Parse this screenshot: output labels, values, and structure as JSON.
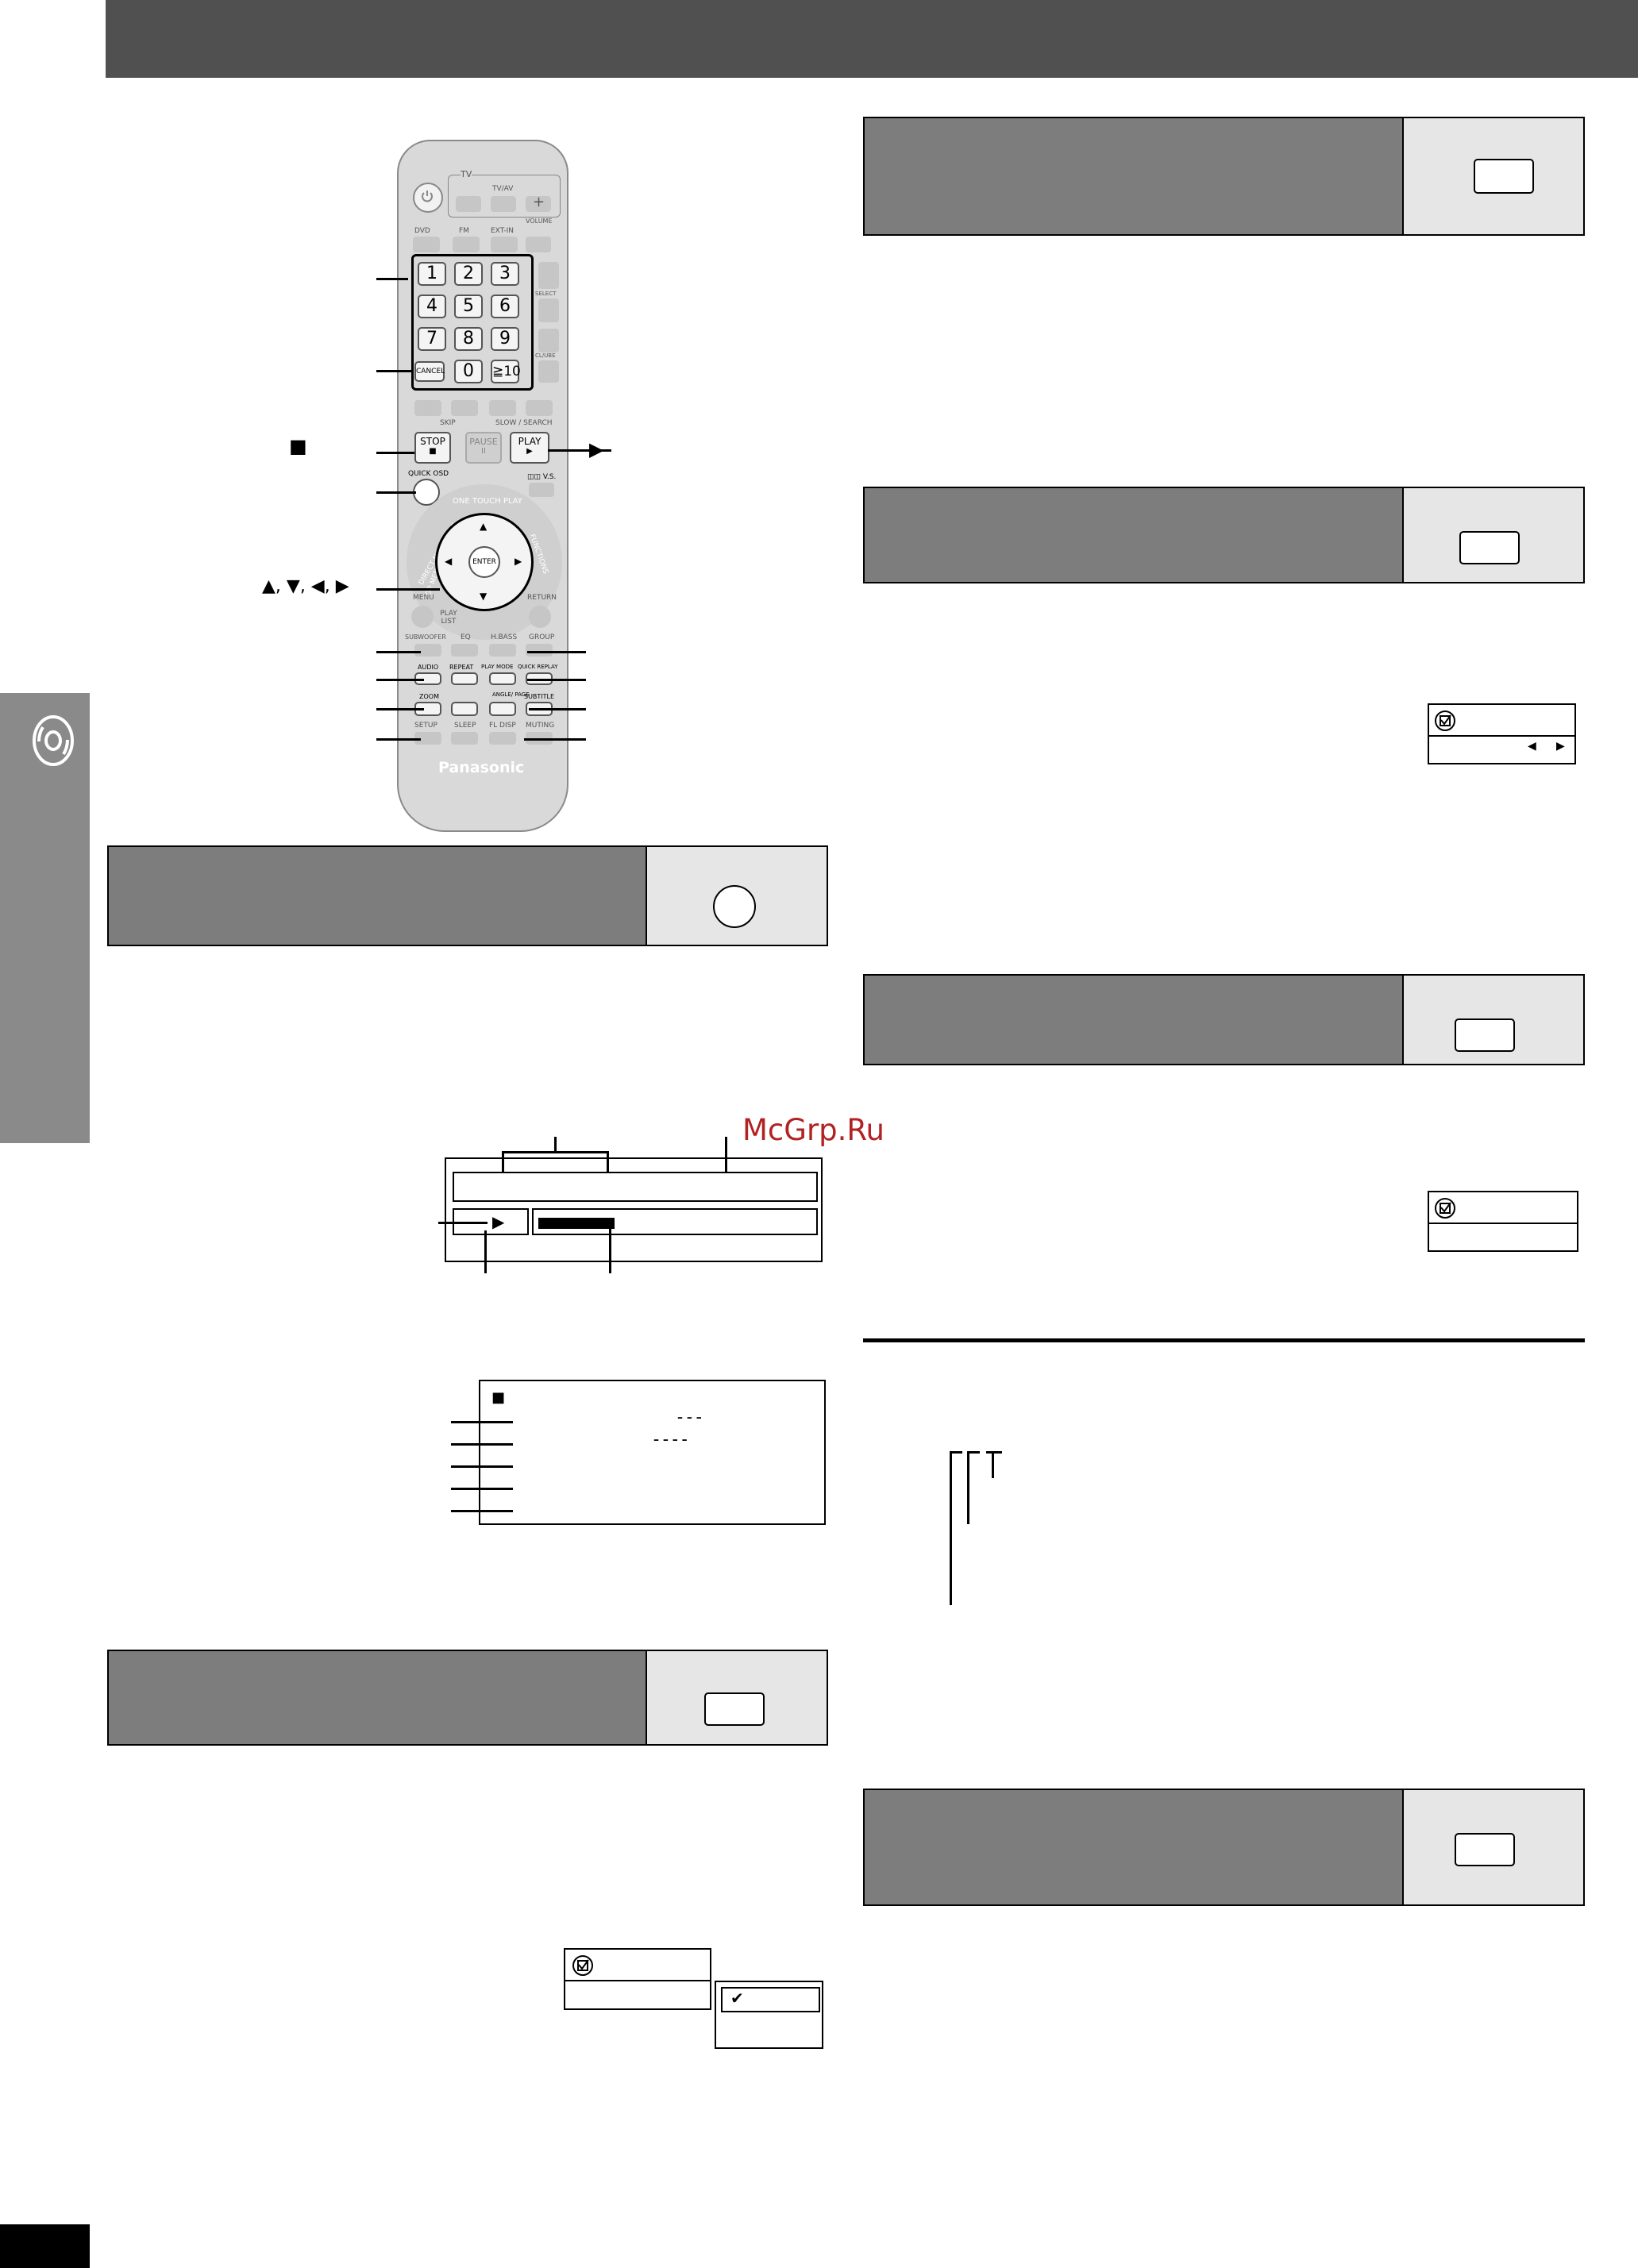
{
  "watermark": "McGrp.Ru",
  "brand": "Panasonic",
  "remote": {
    "tv": "TV",
    "tvav": "TV/AV",
    "dvd": "DVD",
    "fm": "FM",
    "extin": "EXT-IN",
    "volume": "VOLUME",
    "select": "SELECT",
    "clube": "CL/UBE",
    "digits": [
      "1",
      "2",
      "3",
      "4",
      "5",
      "6",
      "7",
      "8",
      "9",
      "0",
      "≧10"
    ],
    "cancel": "CANCEL",
    "skip": "SKIP",
    "slowsearch": "SLOW / SEARCH",
    "stop": "STOP",
    "stop_sym": "■",
    "pause": "PAUSE",
    "pause_sym": "II",
    "play": "PLAY",
    "play_sym": "▶",
    "quickosd": "QUICK OSD",
    "vs": "◫◫ V.S.",
    "onetouch": "ONE TOUCH PLAY",
    "directnav": "DIRECT NAVIGATOR",
    "topmenu": "TOP MENU",
    "functions": "FUNCTIONS",
    "enter": "ENTER",
    "up": "▲",
    "down": "▼",
    "left": "◀",
    "right": "▶",
    "menu": "MENU",
    "playlist": "PLAY LIST",
    "return": "RETURN",
    "subwoofer": "SUBWOOFER",
    "eq": "EQ",
    "hbass": "H.BASS",
    "group": "GROUP",
    "audio": "AUDIO",
    "repeat": "REPEAT",
    "playmode": "PLAY MODE",
    "quickreplay": "QUICK REPLAY",
    "zoom": "ZOOM",
    "anglepage": "ANGLE/ PAGE",
    "subtitle": "SUBTITLE",
    "setup": "SETUP",
    "sleep": "SLEEP",
    "fldisp": "FL DISP",
    "muting": "MUTING"
  },
  "callouts": {
    "stop_symbol": "■",
    "play_symbol": "▶",
    "arrows": "▲, ▼, ◀, ▶"
  },
  "osd_bar": {
    "play_icon": "▶"
  },
  "osd_status": {
    "stop_icon": "■",
    "dash_a": "– – –",
    "dash_b": "–  – – –"
  },
  "menu_icons": {
    "check": "✔"
  }
}
